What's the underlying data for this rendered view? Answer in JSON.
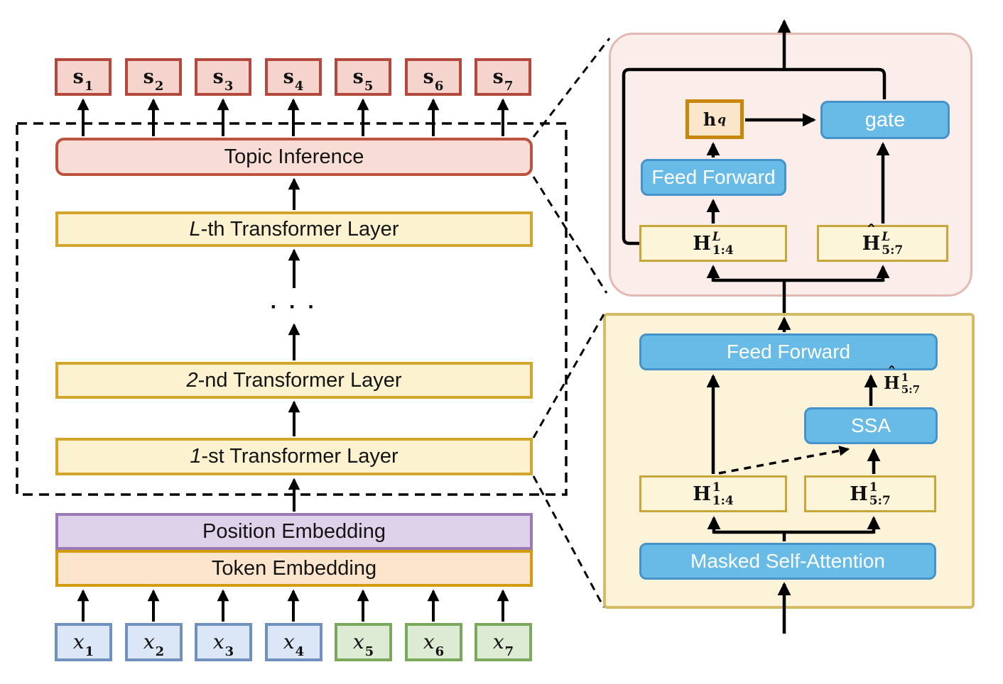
{
  "left": {
    "outputs": [
      {
        "base": "s",
        "sub": "1"
      },
      {
        "base": "s",
        "sub": "2"
      },
      {
        "base": "s",
        "sub": "3"
      },
      {
        "base": "s",
        "sub": "4"
      },
      {
        "base": "s",
        "sub": "5"
      },
      {
        "base": "s",
        "sub": "6"
      },
      {
        "base": "s",
        "sub": "7"
      }
    ],
    "inputs": [
      {
        "base": "x",
        "sub": "1",
        "group": "document"
      },
      {
        "base": "x",
        "sub": "2",
        "group": "document"
      },
      {
        "base": "x",
        "sub": "3",
        "group": "document"
      },
      {
        "base": "x",
        "sub": "4",
        "group": "document"
      },
      {
        "base": "x",
        "sub": "5",
        "group": "query"
      },
      {
        "base": "x",
        "sub": "6",
        "group": "query"
      },
      {
        "base": "x",
        "sub": "7",
        "group": "query"
      }
    ],
    "topic_inference_label": "Topic Inference",
    "layers": [
      {
        "em": "L",
        "text": "-th Transformer Layer"
      },
      {
        "em": "2",
        "text": "-nd Transformer Layer"
      },
      {
        "em": "1",
        "text": "-st Transformer Layer"
      }
    ],
    "dots": "· · ·",
    "position_embedding_label": "Position Embedding",
    "token_embedding_label": "Token Embedding"
  },
  "topic_module": {
    "hq": {
      "base": "h",
      "sup": "q"
    },
    "gate_label": "gate",
    "feed_forward_label": "Feed Forward",
    "h_left": {
      "base": "H",
      "sup": "L",
      "sub": "1:4",
      "hat": ""
    },
    "h_right": {
      "base": "H",
      "sup": "L",
      "sub": "5:7",
      "hat": "ˆ"
    }
  },
  "transformer_module": {
    "feed_forward_label": "Feed Forward",
    "ssa_label": "SSA",
    "ssa_out": {
      "base": "H",
      "sup": "1",
      "sub": "5:7",
      "hat": "ˆ"
    },
    "h_left": {
      "base": "H",
      "sup": "1",
      "sub": "1:4",
      "hat": ""
    },
    "h_right": {
      "base": "H",
      "sup": "1",
      "sub": "5:7",
      "hat": ""
    },
    "masked_self_attention_label": "Masked Self-Attention"
  },
  "colors": {
    "red_border": "#b5483c",
    "red_fill": "#f6d4ce",
    "topic_fill": "#f8dcd6",
    "topic_border": "#bc5240",
    "layer_fill": "#fcf2cf",
    "layer_border": "#d2a52b",
    "purple_fill": "#ddd2e9",
    "purple_border": "#9a79b6",
    "orange_fill": "#fce5cc",
    "orange_border": "#d39c0e",
    "blue_token_fill": "#dbe7f6",
    "blue_token_border": "#7091bd",
    "green_token_fill": "#ddebd4",
    "green_token_border": "#7aa95e",
    "pink_panel_fill": "#fbeeea",
    "pink_panel_border": "#e3bab3",
    "yellow_panel_fill": "#fcf3d8",
    "yellow_panel_border": "#d5bb66",
    "module_blue_fill": "#68bbe7",
    "module_blue_border": "#4593c8",
    "h_box_fill": "#fdf5d9",
    "h_box_border": "#c9a63a",
    "hq_fill": "#fbe6cb",
    "hq_border": "#c8860b",
    "line": "#000000"
  }
}
